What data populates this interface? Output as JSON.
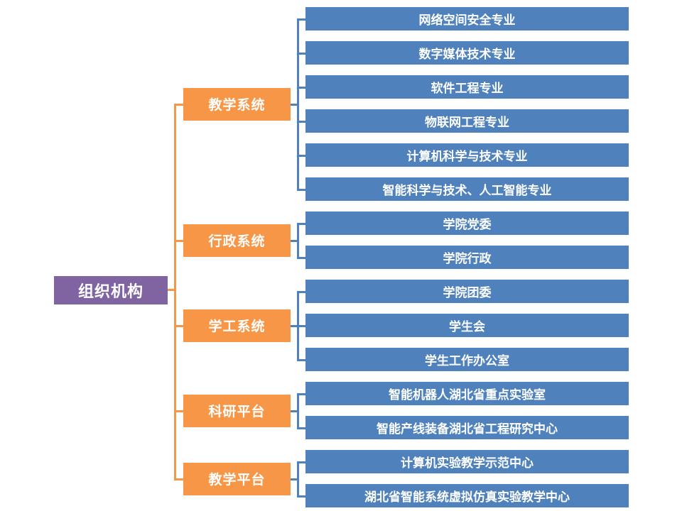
{
  "colors": {
    "root": "#8064a2",
    "category": "#f79646",
    "leaf": "#4f81bd",
    "text": "#ffffff"
  },
  "root": {
    "label": "组织机构"
  },
  "categories": [
    {
      "label": "教学系统",
      "children": [
        "网络空间安全专业",
        "数字媒体技术专业",
        "软件工程专业",
        "物联网工程专业",
        "计算机科学与技术专业",
        "智能科学与技术、人工智能专业"
      ]
    },
    {
      "label": "行政系统",
      "children": [
        "学院党委",
        "学院行政"
      ]
    },
    {
      "label": "学工系统",
      "children": [
        "学院团委",
        "学生会",
        "学生工作办公室"
      ]
    },
    {
      "label": "科研平台",
      "children": [
        "智能机器人湖北省重点实验室",
        "智能产线装备湖北省工程研究中心"
      ]
    },
    {
      "label": "教学平台",
      "children": [
        "计算机实验教学示范中心",
        "湖北省智能系统虚拟仿真实验教学中心"
      ]
    }
  ]
}
